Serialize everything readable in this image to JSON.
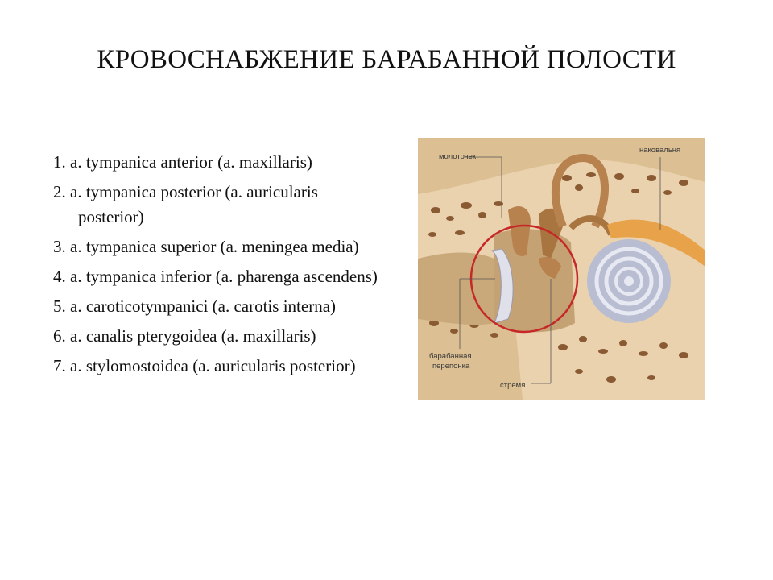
{
  "slide": {
    "title": "КРОВОСНАБЖЕНИЕ БАРАБАННОЙ ПОЛОСТИ"
  },
  "arteries": [
    "1. a. tympanica anterior (a. maxillaris)",
    "2. a. tympanica posterior (a. auricularis posterior)",
    "3. a. tympanica superior (a. meningea media)",
    "4. a. tympanica inferior (a. pharenga ascendens)",
    "5. a. caroticotympanici (a. carotis interna)",
    "6.  a. canalis pterygoidea (a. maxillaris)",
    "7. a. stylomostoidea (a. auricularis posterior)"
  ],
  "figure": {
    "labels": {
      "malleus": "молоточек",
      "incus": "наковальня",
      "membrane_line1": "барабанная",
      "membrane_line2": "перепонка",
      "stapes": "стремя"
    },
    "colors": {
      "bone": "#e9d2ad",
      "spongy": "#8a5a33",
      "cochlea": "#b9bdd2",
      "highlight_circle": "#c62828",
      "ossicle": "#b8824f",
      "nerve": "#e8a24a"
    },
    "icon": "ear-anatomy-illustration"
  }
}
